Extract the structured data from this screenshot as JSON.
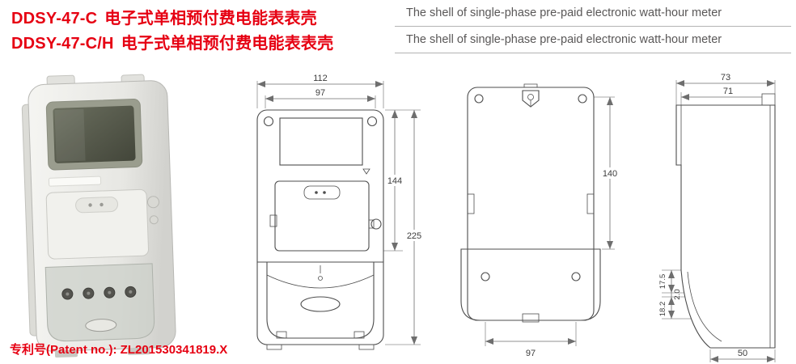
{
  "header": {
    "products": [
      {
        "model": "DDSY-47-C",
        "name_cn": "电子式单相预付费电能表表壳",
        "name_en": "The shell of single-phase pre-paid electronic watt-hour meter"
      },
      {
        "model": "DDSY-47-C/H",
        "name_cn": "电子式单相预付费电能表表壳",
        "name_en": "The shell of single-phase pre-paid electronic watt-hour meter"
      }
    ]
  },
  "drawings": {
    "front_view": {
      "dims": {
        "outer_width": "112",
        "inner_width": "97",
        "upper_height": "144",
        "total_height": "225"
      }
    },
    "back_view": {
      "dims": {
        "mounting_height": "140",
        "mounting_width": "97"
      }
    },
    "side_view": {
      "dims": {
        "outer_depth": "73",
        "inner_depth": "71",
        "step_a": "17.5",
        "step_b": "2.0",
        "step_c": "18.2",
        "bottom_depth": "50"
      }
    }
  },
  "footer": {
    "patent_label": "专利号(Patent no.):",
    "patent_number": " ZL201530341819.X"
  },
  "colors": {
    "accent_red": "#e60012",
    "text_gray": "#595757",
    "line_dark": "#4d4d4d",
    "line_dim": "#6e6e6e"
  }
}
